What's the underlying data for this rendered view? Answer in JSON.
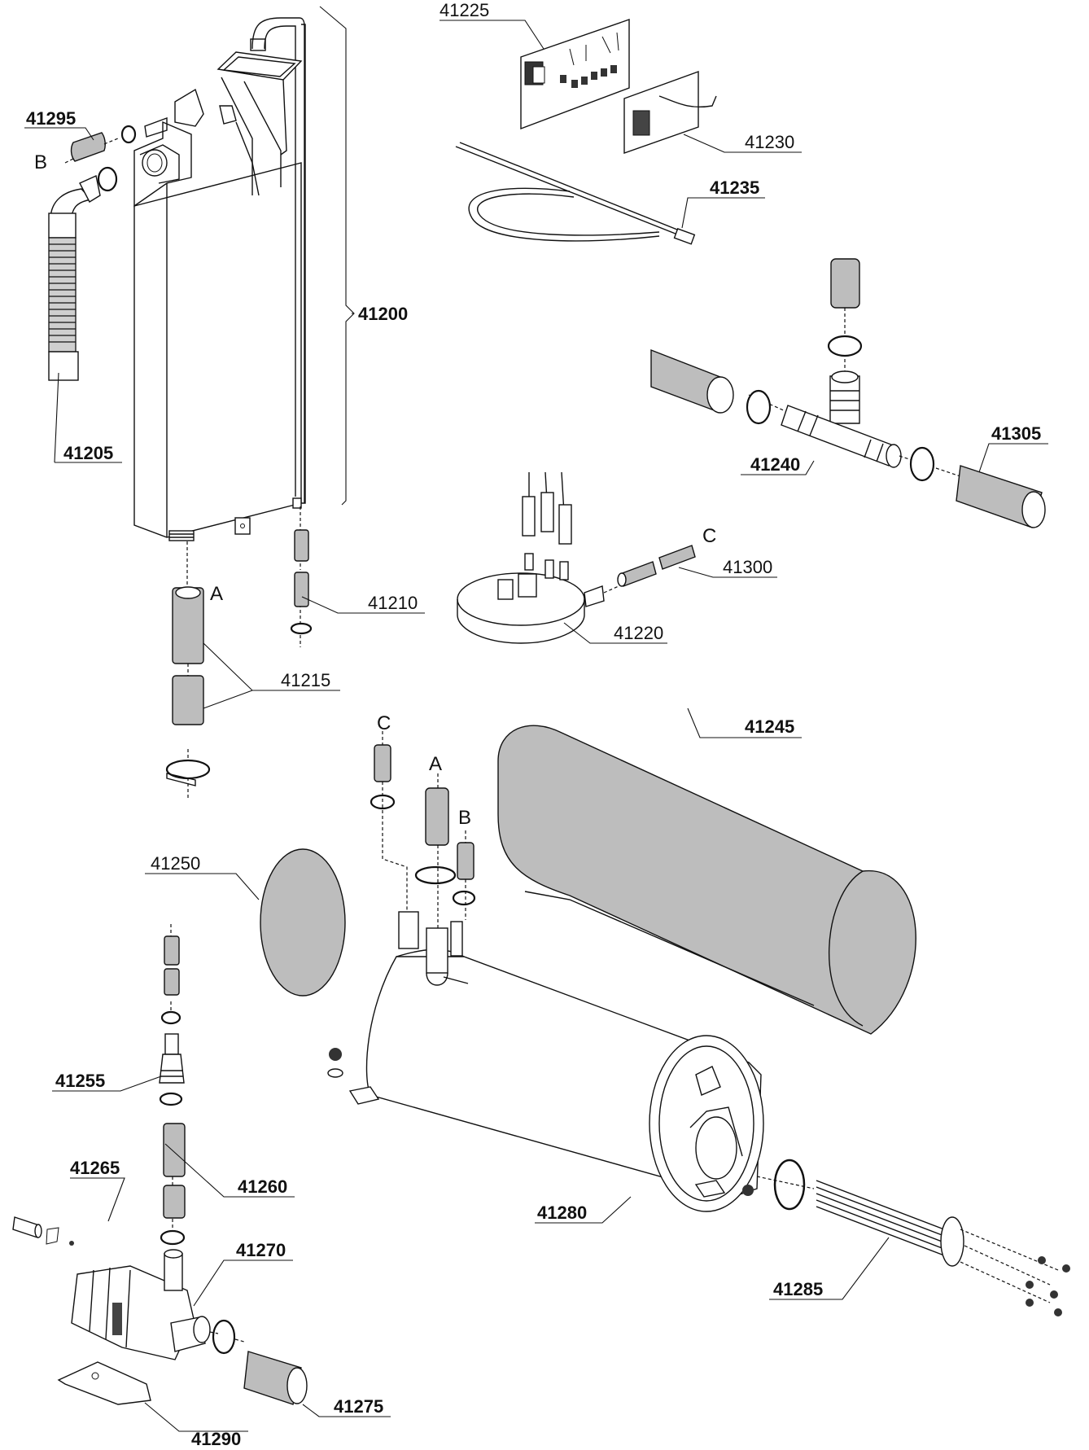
{
  "diagram": {
    "title": "",
    "type": "exploded-parts-diagram",
    "colors": {
      "line": "#111111",
      "part_fill": "#bdbdbd",
      "background": "#ffffff"
    },
    "parts": [
      {
        "id": "41200",
        "label": "41200",
        "desc": "tank assembly (bracket)"
      },
      {
        "id": "41205",
        "label": "41205",
        "desc": "corrugated drain hose"
      },
      {
        "id": "41210",
        "label": "41210",
        "desc": "small hose"
      },
      {
        "id": "41215",
        "label": "41215",
        "desc": "hose A"
      },
      {
        "id": "41220",
        "label": "41220",
        "desc": "pressure switch"
      },
      {
        "id": "41225",
        "label": "41225",
        "desc": "control PCB"
      },
      {
        "id": "41230",
        "label": "41230",
        "desc": "auxiliary PCB"
      },
      {
        "id": "41235",
        "label": "41235",
        "desc": "cable"
      },
      {
        "id": "41240",
        "label": "41240",
        "desc": "T-fitting"
      },
      {
        "id": "41245",
        "label": "41245",
        "desc": "boiler insulation"
      },
      {
        "id": "41250",
        "label": "41250",
        "desc": "insulation end cap"
      },
      {
        "id": "41255",
        "label": "41255",
        "desc": "connector fitting"
      },
      {
        "id": "41260",
        "label": "41260",
        "desc": "pump hose"
      },
      {
        "id": "41265",
        "label": "41265",
        "desc": "capacitor"
      },
      {
        "id": "41270",
        "label": "41270",
        "desc": "pump"
      },
      {
        "id": "41275",
        "label": "41275",
        "desc": "pump outlet hose"
      },
      {
        "id": "41280",
        "label": "41280",
        "desc": "boiler"
      },
      {
        "id": "41285",
        "label": "41285",
        "desc": "heating element"
      },
      {
        "id": "41290",
        "label": "41290",
        "desc": "pump bracket"
      },
      {
        "id": "41295",
        "label": "41295",
        "desc": "hose B"
      },
      {
        "id": "41300",
        "label": "41300",
        "desc": "pressure hose C"
      },
      {
        "id": "41305",
        "label": "41305",
        "desc": "hose"
      }
    ],
    "connectors": [
      {
        "id": "B-top",
        "letter": "B"
      },
      {
        "id": "A-top",
        "letter": "A"
      },
      {
        "id": "C-top",
        "letter": "C"
      },
      {
        "id": "C-boiler",
        "letter": "C"
      },
      {
        "id": "A-boiler",
        "letter": "A"
      },
      {
        "id": "B-boiler",
        "letter": "B"
      }
    ]
  }
}
